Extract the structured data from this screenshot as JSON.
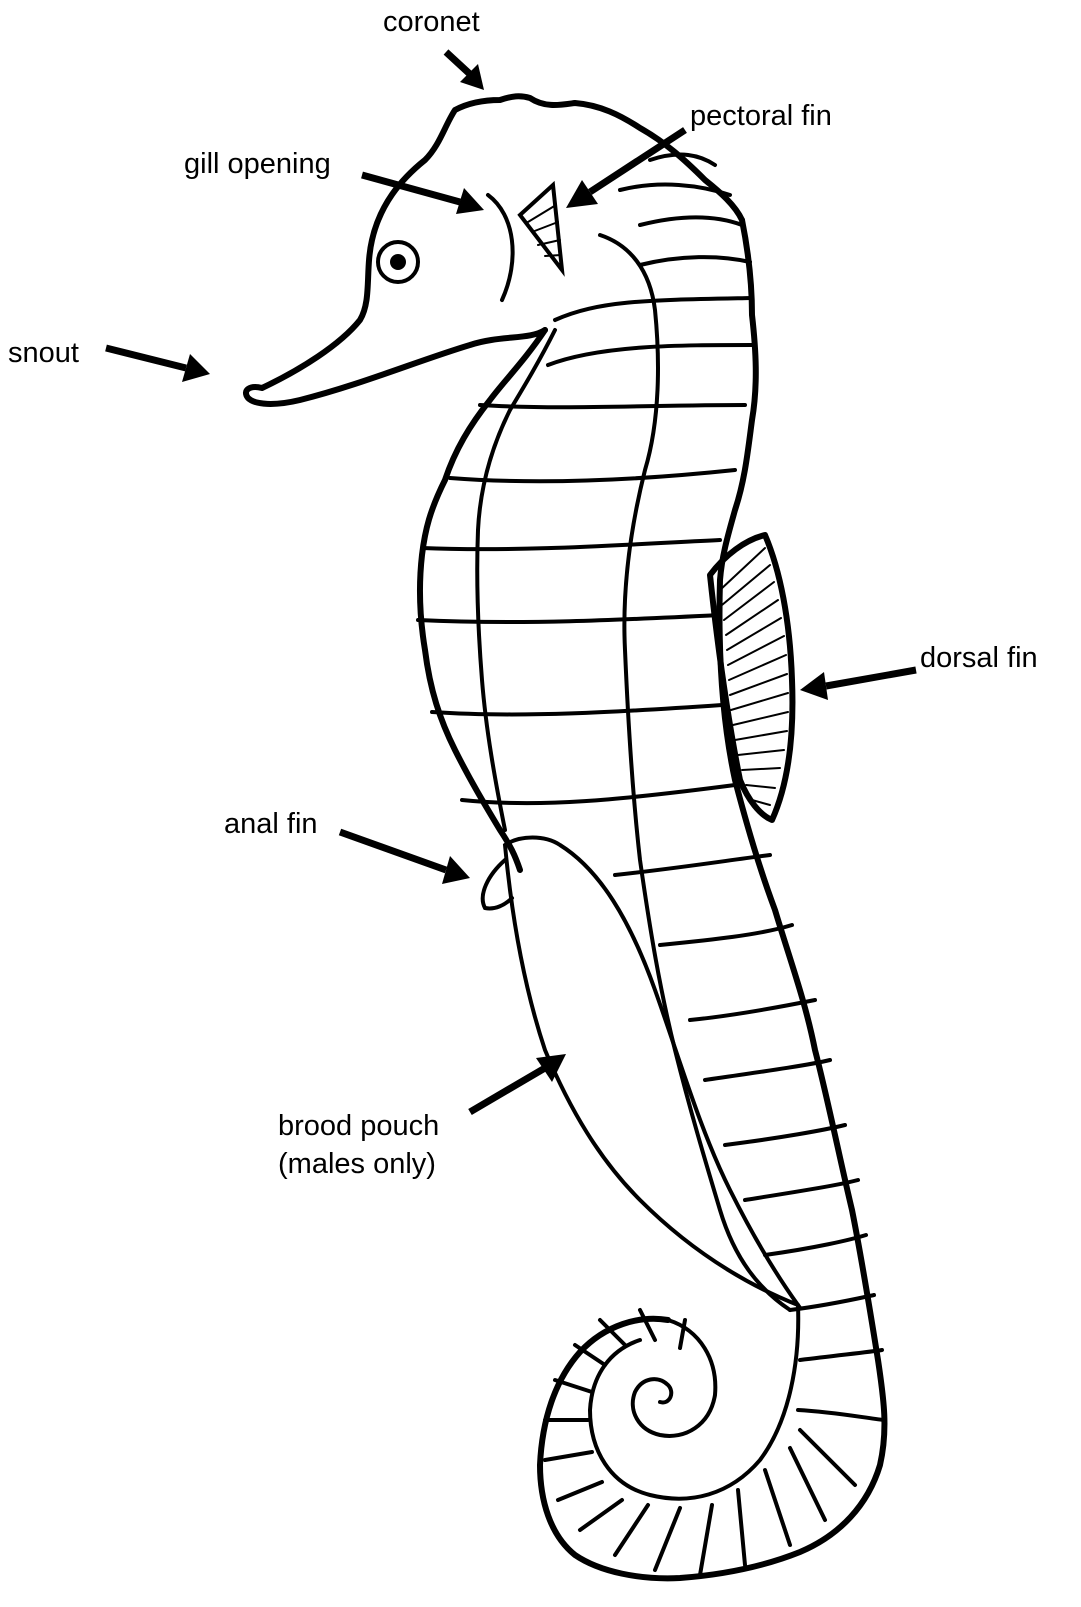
{
  "labels": {
    "coronet": "coronet",
    "pectoral_fin": "pectoral fin",
    "gill_opening": "gill opening",
    "snout": "snout",
    "dorsal_fin": "dorsal fin",
    "anal_fin": "anal fin",
    "brood_pouch_line1": "brood pouch",
    "brood_pouch_line2": "(males only)"
  },
  "colors": {
    "ink": "#000000",
    "background": "#ffffff"
  }
}
